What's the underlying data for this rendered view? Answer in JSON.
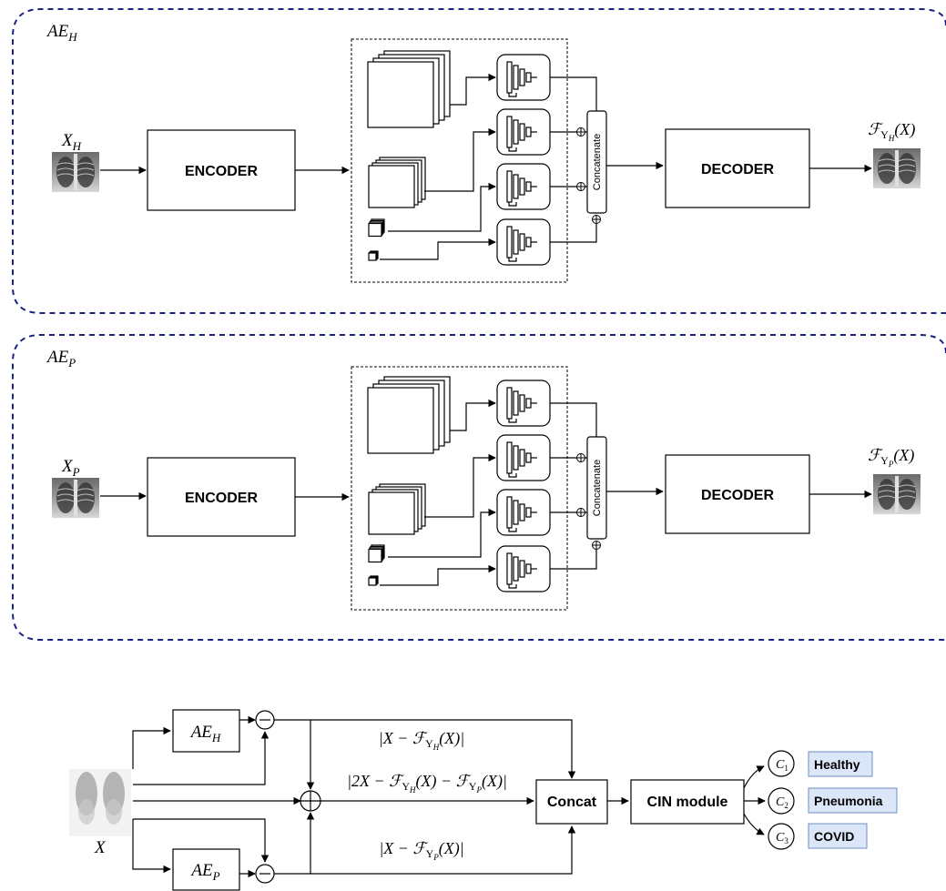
{
  "panel_top": {
    "label_main": "AE",
    "label_sub": "H",
    "input_main": "X",
    "input_sub": "H",
    "encoder": "ENCODER",
    "concat": "Concatenate",
    "decoder": "DECODER",
    "output_prefix": "ℱ",
    "output_sub": "Υ",
    "output_subsub": "H",
    "output_suffix": "(X)"
  },
  "panel_bottom": {
    "label_main": "AE",
    "label_sub": "P",
    "input_main": "X",
    "input_sub": "P",
    "encoder": "ENCODER",
    "concat": "Concatenate",
    "decoder": "DECODER",
    "output_prefix": "ℱ",
    "output_sub": "Υ",
    "output_subsub": "P",
    "output_suffix": "(X)"
  },
  "pipeline": {
    "ae_h_main": "AE",
    "ae_h_sub": "H",
    "ae_p_main": "AE",
    "ae_p_sub": "P",
    "input_label": "X",
    "expr_h": "|X − ℱ",
    "expr_h_sub": "Υ",
    "expr_h_subsub": "H",
    "expr_h_end": "(X)|",
    "expr_mid_a": "|2X − ℱ",
    "expr_mid_sub1": "Υ",
    "expr_mid_subsub1": "H",
    "expr_mid_b": "(X) − ℱ",
    "expr_mid_sub2": "Υ",
    "expr_mid_subsub2": "P",
    "expr_mid_c": "(X)|",
    "expr_p": "|X − ℱ",
    "expr_p_sub": "Υ",
    "expr_p_subsub": "P",
    "expr_p_end": "(X)|",
    "concat": "Concat",
    "cin": "CIN module",
    "classes": [
      {
        "node": "C",
        "sub": "1",
        "label": "Healthy"
      },
      {
        "node": "C",
        "sub": "2",
        "label": "Pneumonia"
      },
      {
        "node": "C",
        "sub": "3",
        "label": "COVID"
      }
    ]
  },
  "colors": {
    "dashed_border": "#1a237e",
    "class_box_fill": "#dbe7f8",
    "class_box_stroke": "#6f8fc0"
  }
}
